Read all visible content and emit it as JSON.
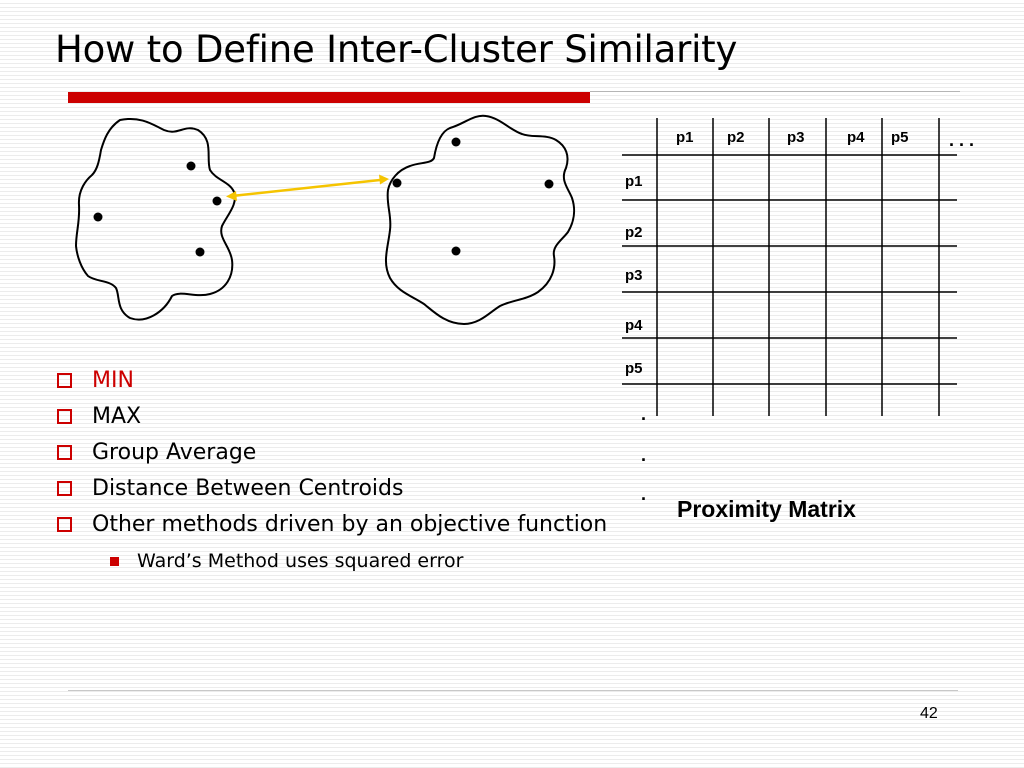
{
  "slide": {
    "title": "How to Define Inter-Cluster Similarity",
    "page_number": "42"
  },
  "bullets": {
    "items": [
      {
        "label": "MIN",
        "highlight_color": "#cc0000"
      },
      {
        "label": "MAX"
      },
      {
        "label": "Group Average"
      },
      {
        "label": "Distance Between Centroids"
      },
      {
        "label": "Other methods driven by an objective function"
      }
    ],
    "sub_items": [
      {
        "label": "Ward’s Method uses squared error"
      }
    ]
  },
  "matrix": {
    "caption": "Proximity Matrix",
    "column_headers": [
      "p1",
      "p2",
      "p3",
      "p4",
      "p5"
    ],
    "row_headers": [
      "p1",
      "p2",
      "p3",
      "p4",
      "p5"
    ],
    "ellipsis_columns": ". . .",
    "ellipsis_rows": [
      ".",
      ".",
      "."
    ]
  },
  "colors": {
    "accent_red": "#cc0000",
    "link_arrow": "#f5c400"
  }
}
